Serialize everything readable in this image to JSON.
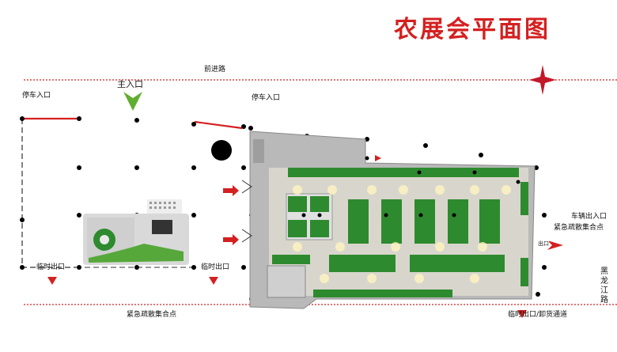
{
  "title": "农展会平面图",
  "labels": {
    "front_road": "前进路",
    "main_entrance": "主入口",
    "parking_entrance_left": "停车入口",
    "parking_entrance_mid": "停车入口",
    "temp_exit_left": "临时出口",
    "temp_exit_mid": "临时出口",
    "vehicle_exit_entrance": "车辆出入口",
    "emergency_assembly_right": "紧急疏散集合点",
    "emergency_assembly_bottom": "紧急疏散集合点",
    "temp_exit_unloading": "临时出口/卸货通道",
    "side_road": "黑龙江路",
    "exit_marker": "出口"
  },
  "colors": {
    "accent": "#d42020",
    "arrow_green": "#5fae2f",
    "booth_green": "#2e8a2e",
    "hall_gray": "#bdbdbd",
    "floor": "#d8d6cc"
  }
}
